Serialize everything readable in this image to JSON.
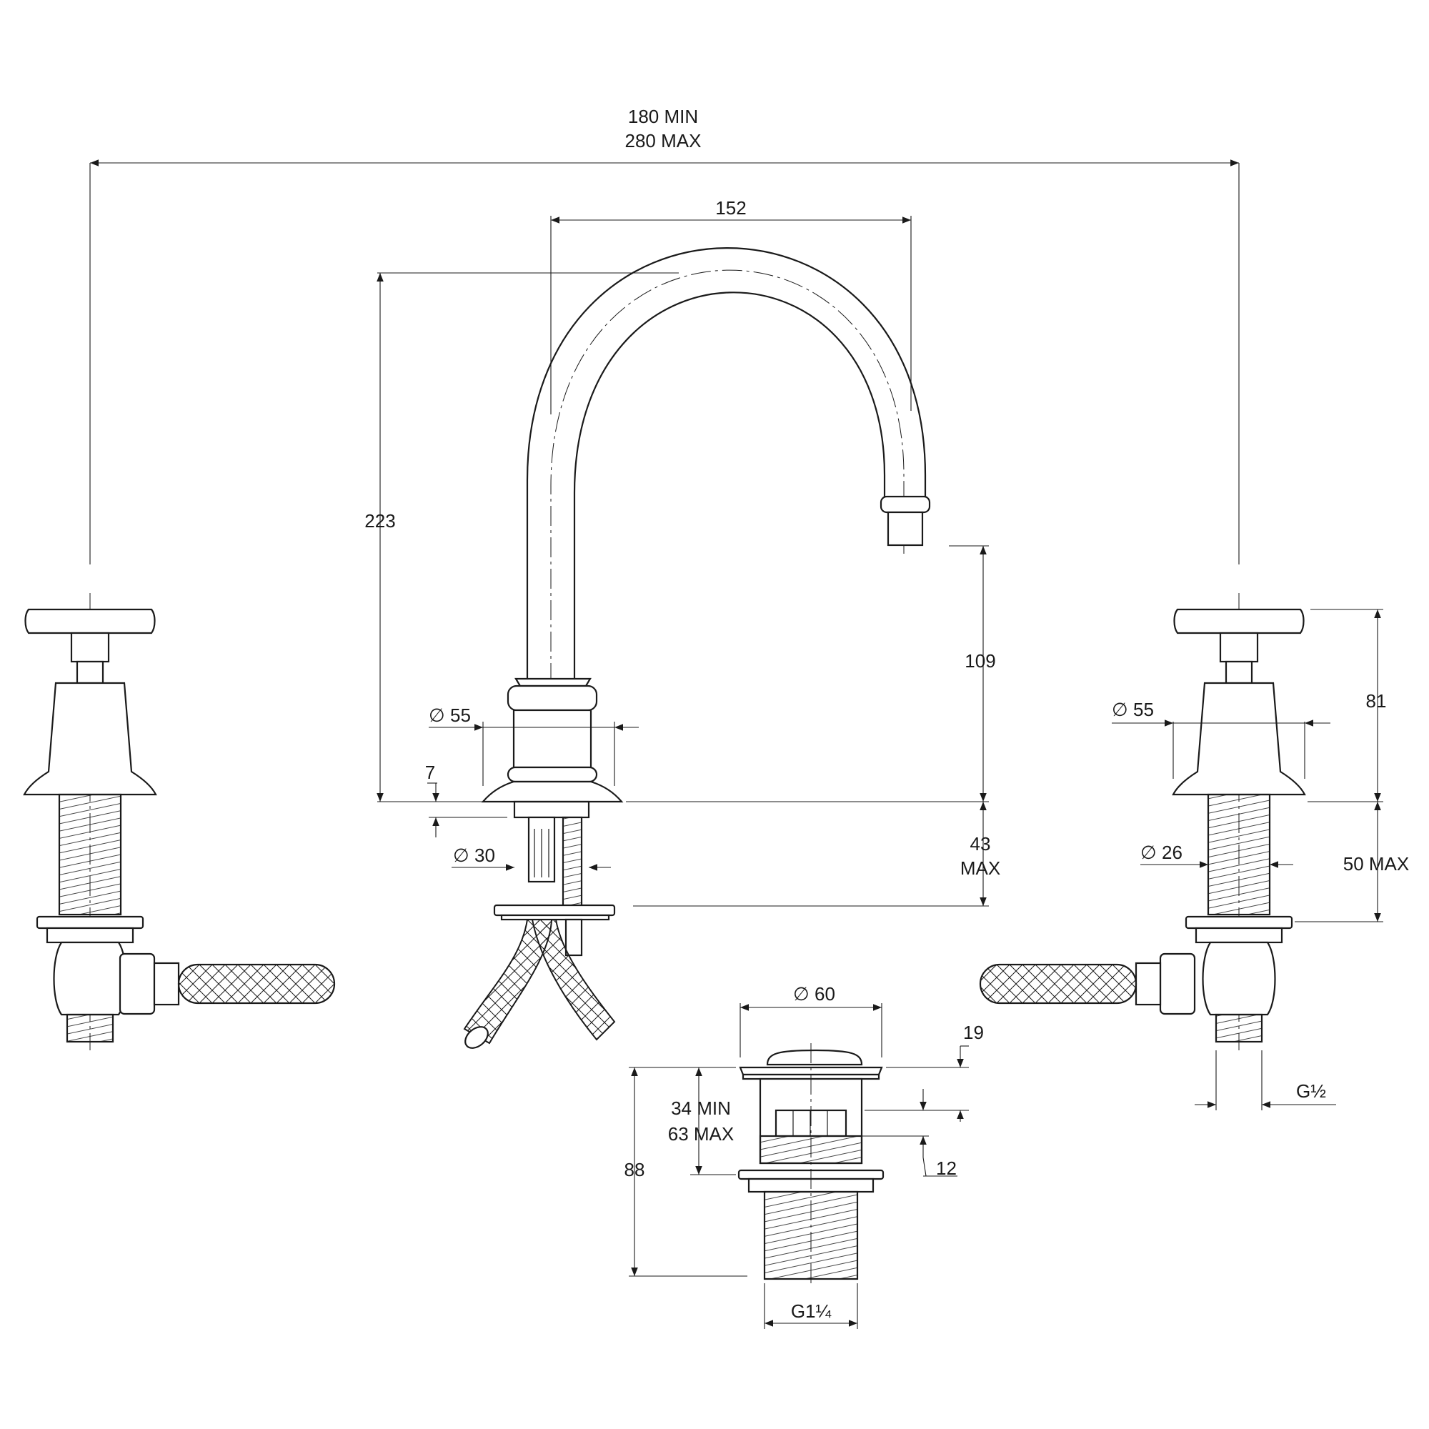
{
  "dimensions": {
    "overall_width_min": "180 MIN",
    "overall_width_max": "280 MAX",
    "spout_reach": "152",
    "overall_height": "223",
    "spout_clearance": "109",
    "flange_thickness": "7",
    "spout_base_diameter_sym": "∅",
    "spout_base_diameter": "55",
    "spout_shank_diameter_sym": "∅",
    "spout_shank_diameter": "30",
    "max_deck_thickness_spout_1": "43",
    "max_deck_thickness_spout_2": "MAX",
    "handle_height": "81",
    "handle_base_diameter_sym": "∅",
    "handle_base_diameter": "55",
    "handle_shank_diameter_sym": "∅",
    "handle_shank_diameter": "26",
    "max_deck_thickness_handle": "50 MAX",
    "inlet_thread": "G½",
    "waste_diameter_sym": "∅",
    "waste_diameter": "60",
    "waste_overflow_top": "19",
    "waste_overflow_slot": "12",
    "waste_range_min": "34 MIN",
    "waste_range_max": "63 MAX",
    "waste_total_height": "88",
    "waste_thread": "G1¼"
  },
  "colors": {
    "line": "#1a1a1a",
    "background": "#ffffff"
  }
}
